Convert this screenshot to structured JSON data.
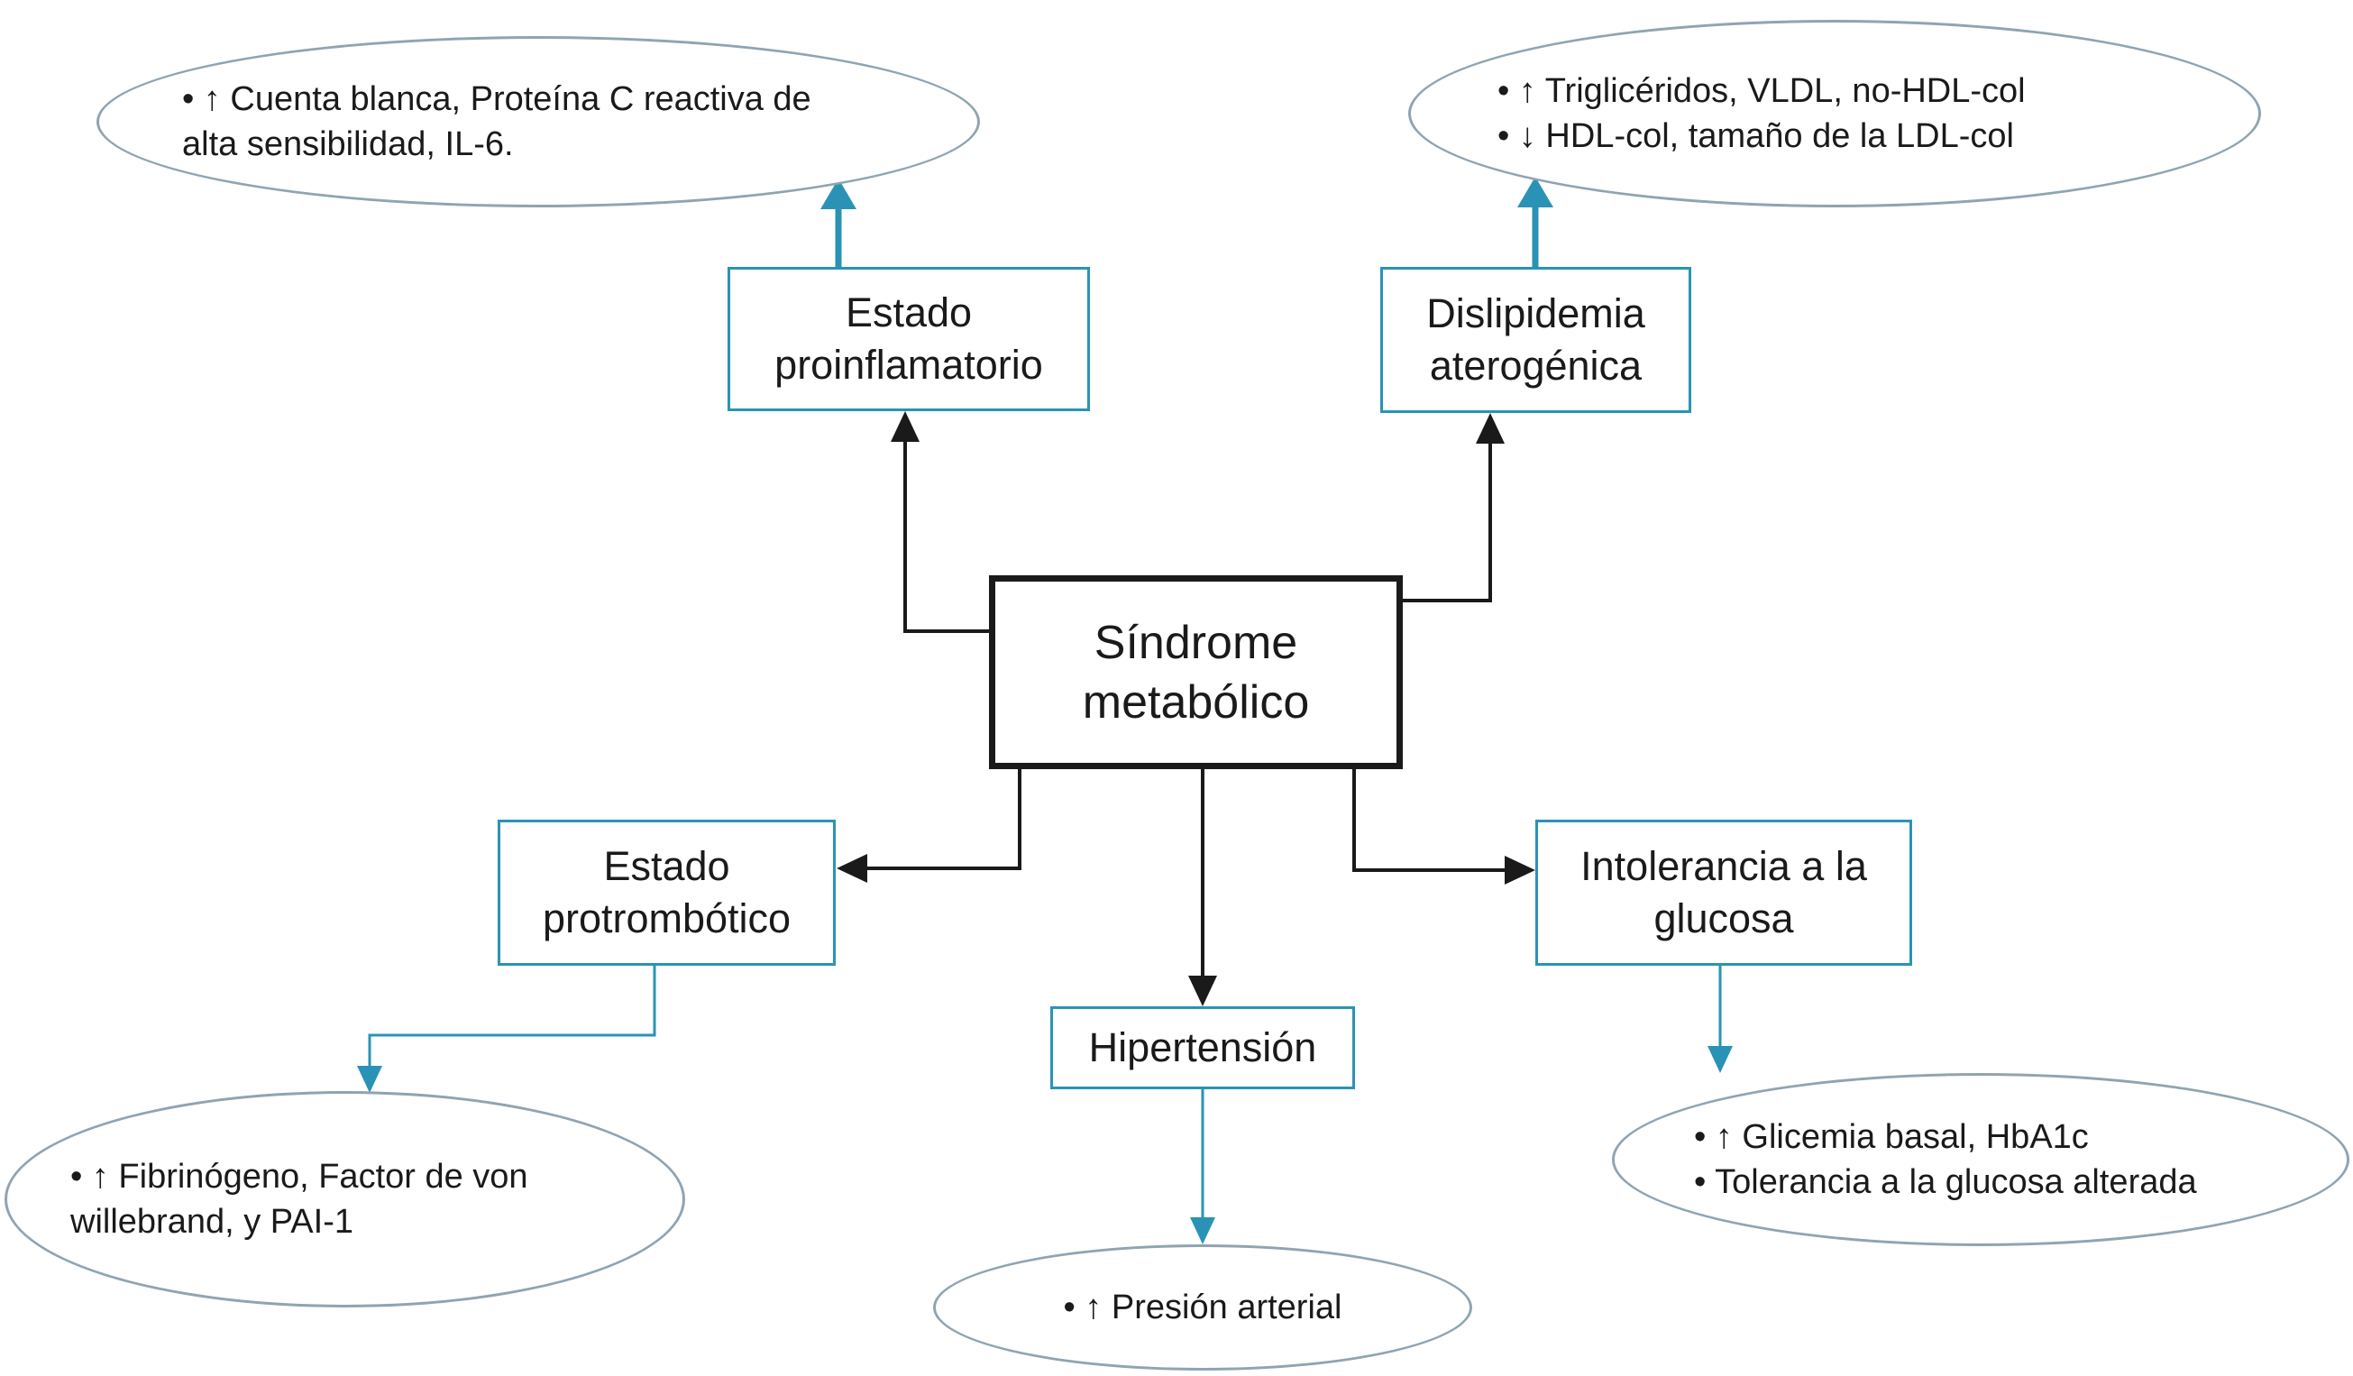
{
  "colors": {
    "accent_blue": "#2a93b5",
    "dark_line": "#1a1a1a",
    "ellipse_border": "#8fa4b2"
  },
  "center": {
    "line1": "Síndrome",
    "line2": "metabólico"
  },
  "nodes": {
    "proinflamatorio": {
      "line1": "Estado",
      "line2": "proinflamatorio"
    },
    "dislipidemia": {
      "line1": "Dislipidemia",
      "line2": "aterogénica"
    },
    "protrombotico": {
      "line1": "Estado",
      "line2": "protrombótico"
    },
    "hipertension": {
      "line1": "Hipertensión"
    },
    "intolerancia": {
      "line1": "Intolerancia a la",
      "line2": "glucosa"
    }
  },
  "details": {
    "proinflamatorio": {
      "line1": "• ↑ Cuenta blanca, Proteína C reactiva de",
      "line2": "alta sensibilidad, IL-6."
    },
    "dislipidemia": {
      "line1": "• ↑ Triglicéridos, VLDL, no-HDL-col",
      "line2": "• ↓ HDL-col, tamaño de la LDL-col"
    },
    "protrombotico": {
      "line1": "• ↑ Fibrinógeno, Factor de von",
      "line2": "willebrand, y PAI-1"
    },
    "hipertension": {
      "line1": "• ↑ Presión arterial"
    },
    "intolerancia": {
      "line1": "• ↑ Glicemia basal, HbA1c",
      "line2": "• Tolerancia a la glucosa alterada"
    }
  }
}
